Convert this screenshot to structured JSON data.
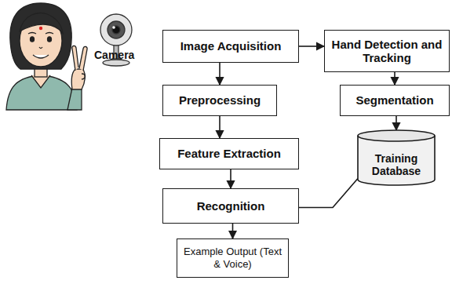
{
  "diagram": {
    "nodes": [
      {
        "text": [
          "Image Acquisition"
        ]
      },
      {
        "text": [
          "Hand Detection and Tracking"
        ]
      },
      {
        "text": [
          "Preprocessing"
        ]
      },
      {
        "text": [
          "Segmentation"
        ]
      },
      {
        "text": [
          "Feature Extraction"
        ]
      },
      {
        "text": [
          "Training Database"
        ]
      },
      {
        "text": [
          "Recognition"
        ]
      },
      {
        "text": [
          "Example Output (Text & Voice)"
        ]
      }
    ],
    "edges": [
      {
        "from": 0,
        "to": 1,
        "arrow": "to"
      },
      {
        "from": 0,
        "to": 2,
        "arrow": "to"
      },
      {
        "from": 1,
        "to": 3,
        "arrow": "to"
      },
      {
        "from": 3,
        "to": 5,
        "arrow": "to"
      },
      {
        "from": 2,
        "to": 4,
        "arrow": "to"
      },
      {
        "from": 4,
        "to": 6,
        "arrow": "to"
      },
      {
        "from": 5,
        "to": 6,
        "arrow": "none"
      },
      {
        "from": 6,
        "to": 7,
        "arrow": "to"
      }
    ],
    "labels": [
      "Camera"
    ]
  }
}
